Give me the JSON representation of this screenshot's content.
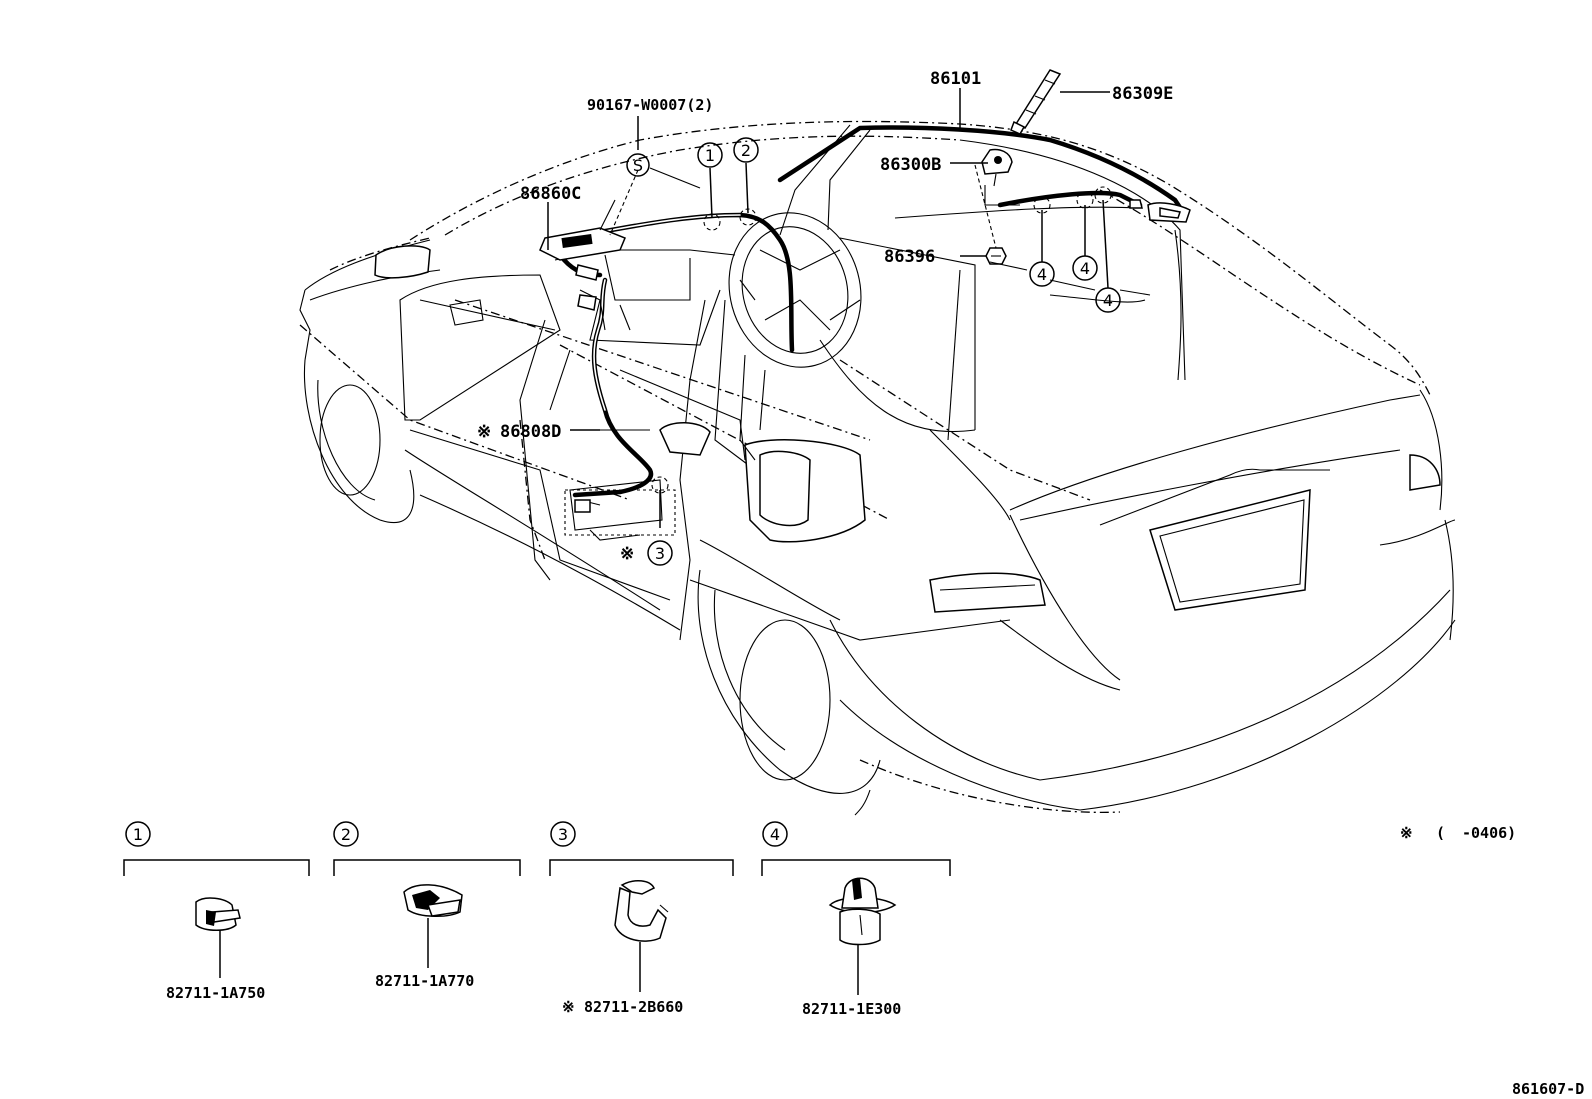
{
  "parts": {
    "p86101": "86101",
    "p86309E": "86309E",
    "p90167": "90167-W0007(2)",
    "p86300B": "86300B",
    "p86860C": "86860C",
    "p86396": "86396",
    "p86808D": "86808D",
    "s_mark": "S"
  },
  "markers": {
    "note_symbol": "※",
    "m1": "1",
    "m2": "2",
    "m3": "3",
    "m4": "4"
  },
  "legend": {
    "clip1_part": "82711-1A750",
    "clip2_part": "82711-1A770",
    "clip3_part": "82711-2B660",
    "clip4_part": "82711-1E300"
  },
  "note": {
    "symbol": "※",
    "paren": "(",
    "range": "-0406)"
  },
  "diagram_code": "861607-D"
}
